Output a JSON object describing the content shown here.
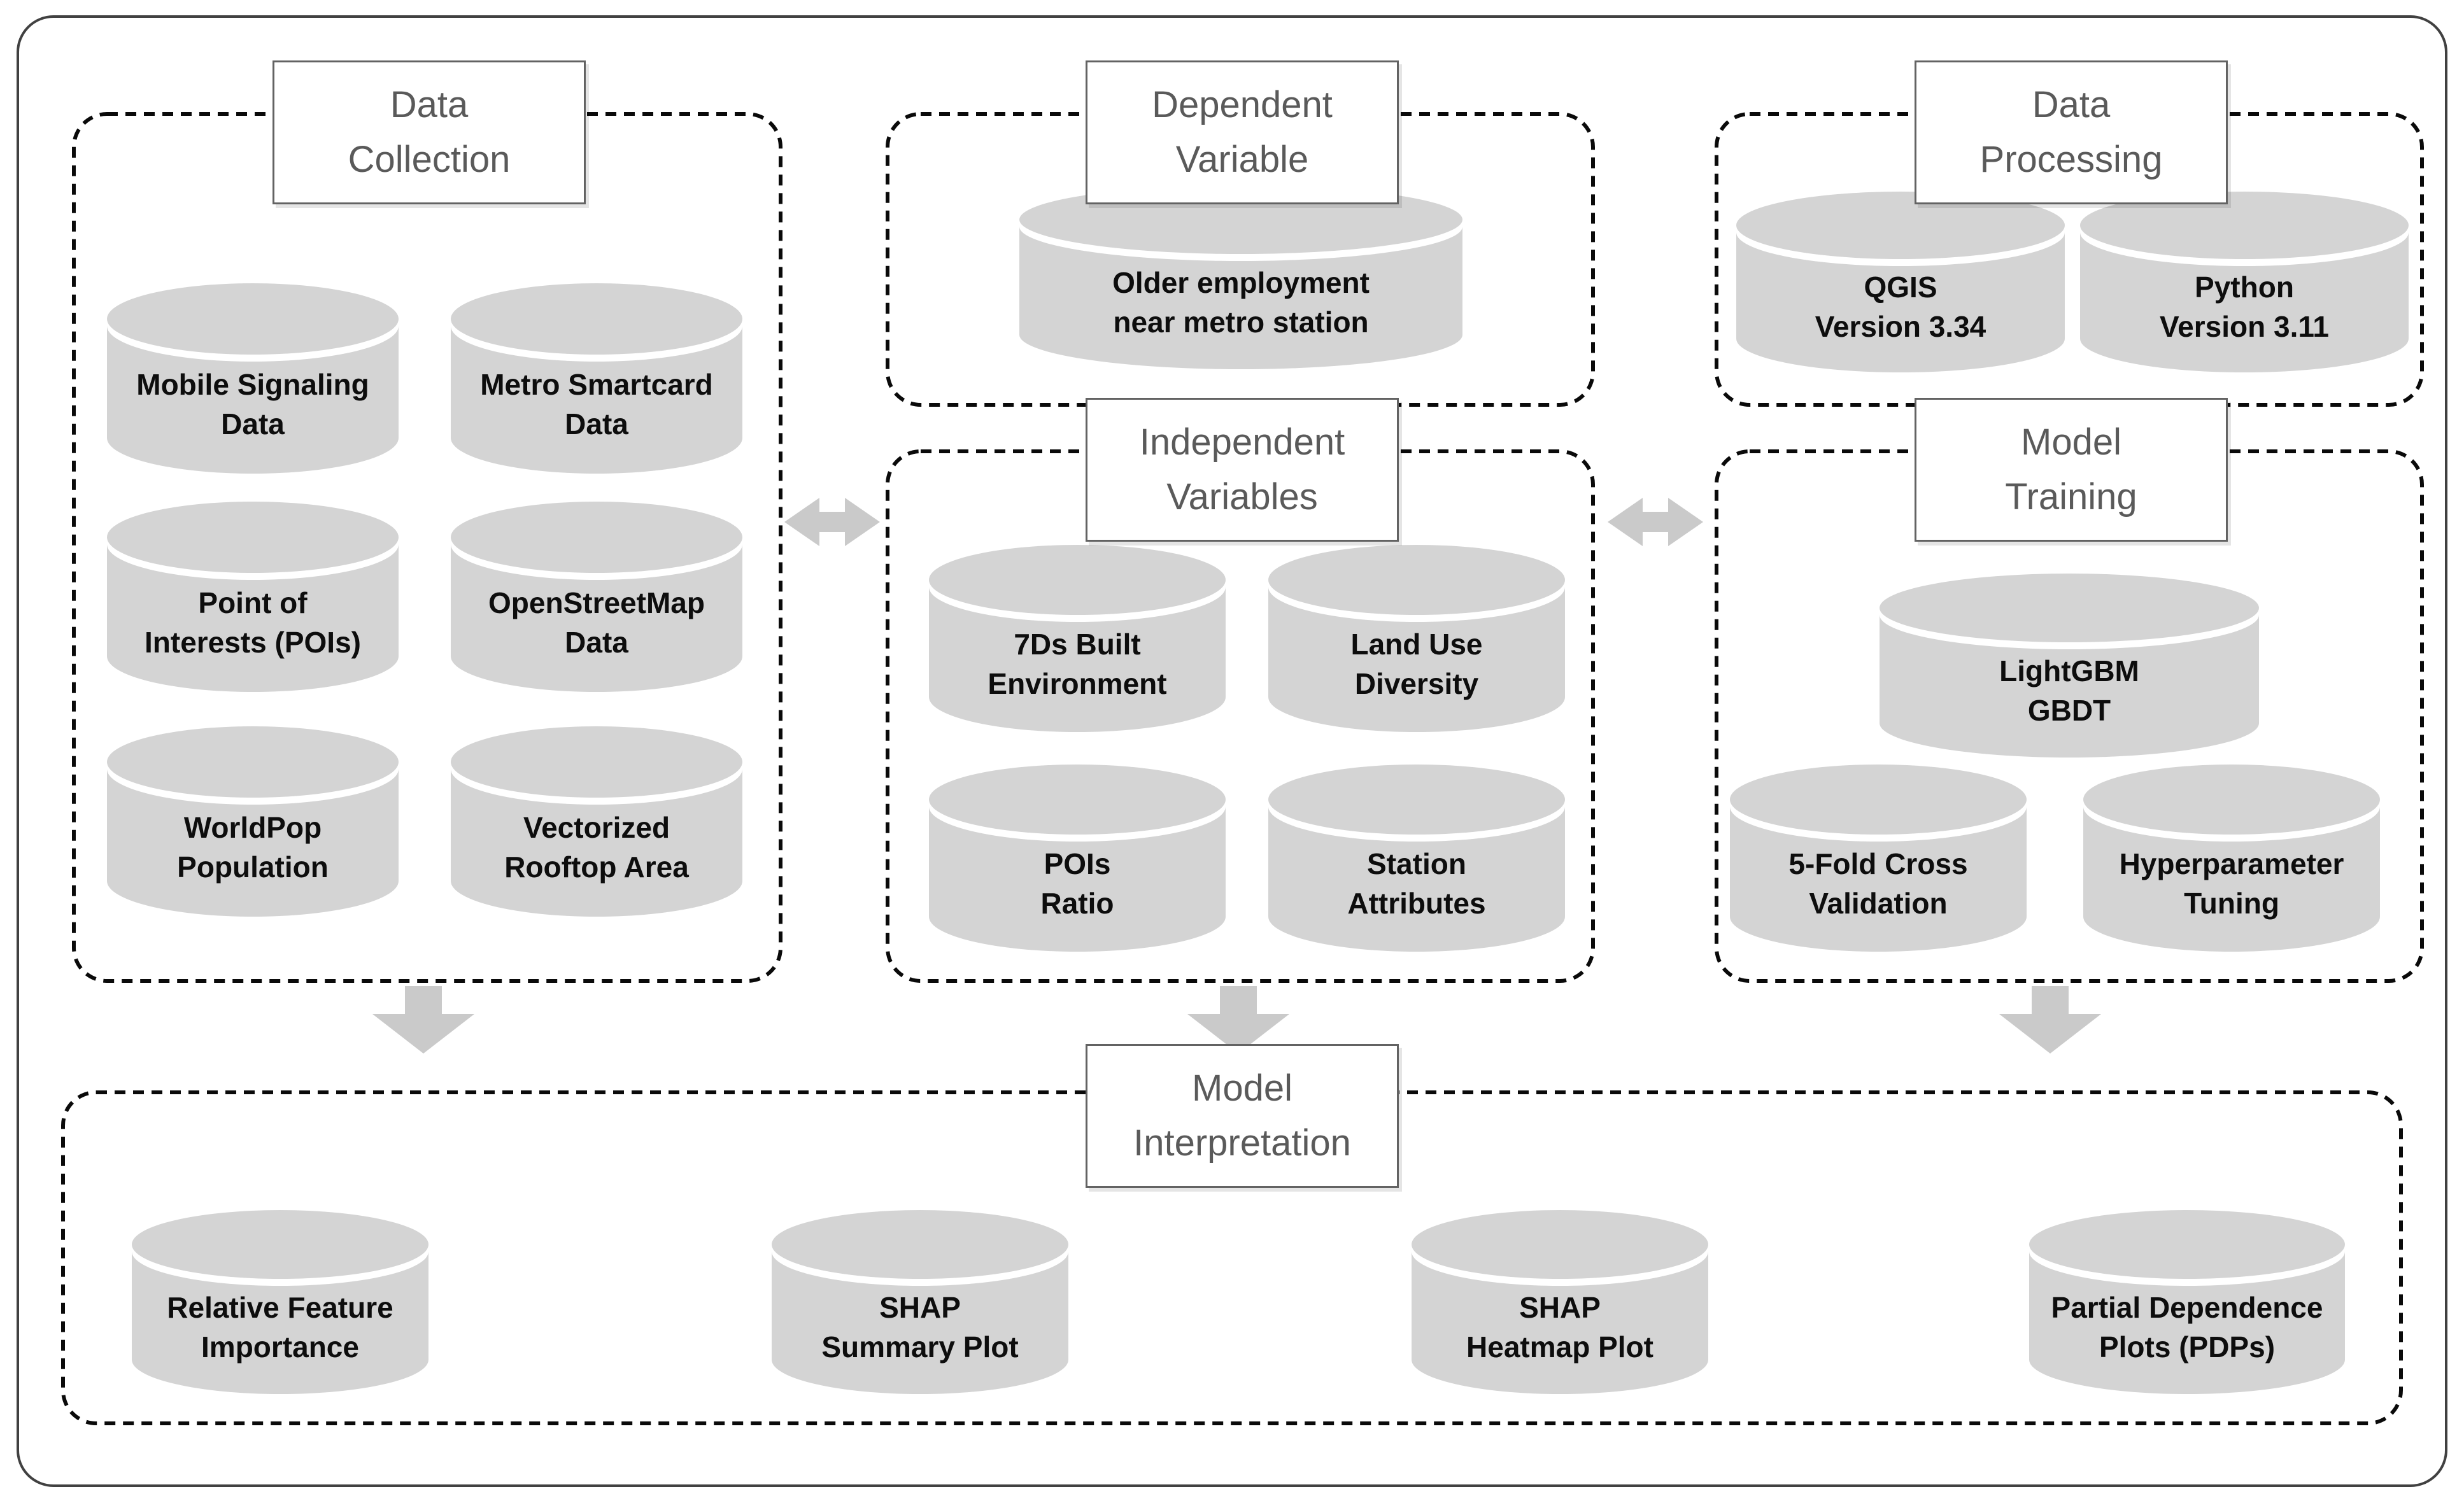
{
  "sections": [
    {
      "id": "data-collection",
      "title_lines": [
        "Data",
        "Collection"
      ],
      "cylinders": [
        {
          "label_lines": [
            "Mobile Signaling",
            "Data"
          ]
        },
        {
          "label_lines": [
            "Metro Smartcard",
            "Data"
          ]
        },
        {
          "label_lines": [
            "Point of",
            "Interests (POIs)"
          ]
        },
        {
          "label_lines": [
            "OpenStreetMap",
            "Data"
          ]
        },
        {
          "label_lines": [
            "WorldPop",
            "Population"
          ]
        },
        {
          "label_lines": [
            "Vectorized",
            "Rooftop Area"
          ]
        }
      ]
    },
    {
      "id": "dependent-variable",
      "title_lines": [
        "Dependent",
        "Variable"
      ],
      "cylinders": [
        {
          "label_lines": [
            "Older employment",
            "near metro station"
          ]
        }
      ]
    },
    {
      "id": "data-processing",
      "title_lines": [
        "Data",
        "Processing"
      ],
      "cylinders": [
        {
          "label_lines": [
            "QGIS",
            "Version 3.34"
          ]
        },
        {
          "label_lines": [
            "Python",
            "Version 3.11"
          ]
        }
      ]
    },
    {
      "id": "independent-variables",
      "title_lines": [
        "Independent",
        "Variables"
      ],
      "cylinders": [
        {
          "label_lines": [
            "7Ds Built",
            "Environment"
          ]
        },
        {
          "label_lines": [
            "Land Use",
            "Diversity"
          ]
        },
        {
          "label_lines": [
            "POIs",
            "Ratio"
          ]
        },
        {
          "label_lines": [
            "Station",
            "Attributes"
          ]
        }
      ]
    },
    {
      "id": "model-training",
      "title_lines": [
        "Model",
        "Training"
      ],
      "cylinders": [
        {
          "label_lines": [
            "LightGBM",
            "GBDT"
          ]
        },
        {
          "label_lines": [
            "5-Fold Cross",
            "Validation"
          ]
        },
        {
          "label_lines": [
            "Hyperparameter",
            "Tuning"
          ]
        }
      ]
    },
    {
      "id": "model-interpretation",
      "title_lines": [
        "Model",
        "Interpretation"
      ],
      "cylinders": [
        {
          "label_lines": [
            "Relative Feature",
            "Importance"
          ]
        },
        {
          "label_lines": [
            "SHAP",
            "Summary Plot"
          ]
        },
        {
          "label_lines": [
            "SHAP",
            "Heatmap Plot"
          ]
        },
        {
          "label_lines": [
            "Partial Dependence",
            "Plots (PDPs)"
          ]
        }
      ]
    }
  ],
  "icons": [
    {
      "name": "database-cylinder-icon",
      "shape": "gray database cylinder"
    },
    {
      "name": "down-arrow-icon",
      "shape": "light gray block arrow pointing down"
    },
    {
      "name": "double-arrow-icon",
      "shape": "light gray horizontal double-headed block arrow"
    }
  ],
  "colors": {
    "background": "#ffffff",
    "cylinder_fill": "#d4d4d4",
    "arrow_fill": "#cacaca",
    "dashed_border": "#0a0a0a",
    "title_text": "#5a5a5a",
    "label_text": "#0d0d0d",
    "outer_border": "#414141"
  }
}
